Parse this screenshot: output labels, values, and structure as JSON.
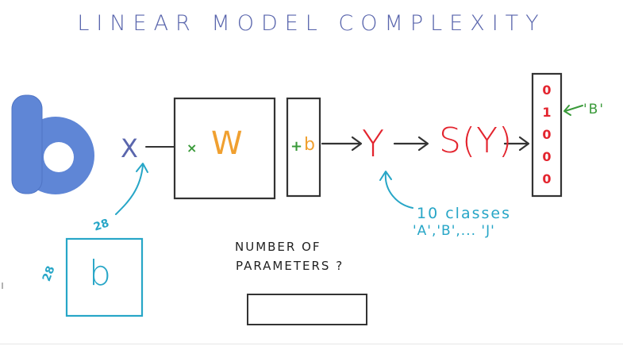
{
  "title": "LINEAR MODEL COMPLEXITY",
  "diagram": {
    "input_label": "X",
    "weight_op": "×",
    "weight_label": "W",
    "bias_op": "+",
    "bias_label": "b",
    "output_label": "Y",
    "softmax_label": "S(Y)",
    "onehot_vector": [
      "0",
      "1",
      "0",
      "0",
      "0"
    ],
    "target_label": "'B'",
    "classes_line1": "10 classes",
    "classes_line2": "'A','B',... 'J'",
    "image_letter": "b",
    "image_width": "28",
    "image_height": "28"
  },
  "question": {
    "line1": "NUMBER OF",
    "line2": "PARAMETERS ?"
  },
  "answer_box": {
    "value": ""
  },
  "icons": {
    "logo": "udacity-b-logo",
    "arrows": "arrow-icon"
  },
  "colors": {
    "title": "#5a66ad",
    "input": "#5a66ad",
    "weights": "#f0a030",
    "operators": "#3a9a3a",
    "output": "#e3242e",
    "annotation": "#27a6c7",
    "logo": "#5f86d6"
  }
}
